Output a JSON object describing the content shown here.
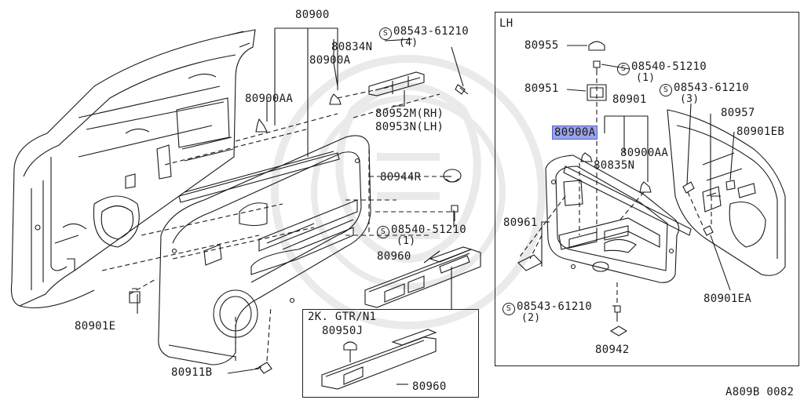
{
  "panel_lh": {
    "title": "LH"
  },
  "inset_box": {
    "title": "2K. GTR/N1"
  },
  "drawing_code": "A809B 0082",
  "labels_main": {
    "p80900": "80900",
    "p80834N": "80834N",
    "p80900A": "80900A",
    "p80900AA": "80900AA",
    "screw_top": "08543-61210",
    "screw_top_qty": "(4)",
    "p80952M": "80952M(RH)",
    "p80953N": "80953N(LH)",
    "p80944R": "80944R",
    "screw_mid": "08540-51210",
    "screw_mid_qty": "(1)",
    "p80960": "80960",
    "p80901E": "80901E",
    "p80911B": "80911B",
    "p80950J": "80950J",
    "p80960_inset": "80960"
  },
  "labels_lh": {
    "p80955": "80955",
    "screw_a": "08540-51210",
    "screw_a_qty": "(1)",
    "p80951": "80951",
    "p80901": "80901",
    "screw_b": "08543-61210",
    "screw_b_qty": "(3)",
    "p80957": "80957",
    "p80900A": "80900A",
    "p80901EB": "80901EB",
    "p80900AA": "80900AA",
    "p80835N": "80835N",
    "p80961": "80961",
    "p80901EA": "80901EA",
    "screw_c": "08543-61210",
    "screw_c_qty": "(2)",
    "p80942": "80942"
  },
  "screw_symbol": "S",
  "colors": {
    "line": "#1a1a1a",
    "highlight": "#9aa3ea",
    "highlight_border": "#5a63c8"
  }
}
